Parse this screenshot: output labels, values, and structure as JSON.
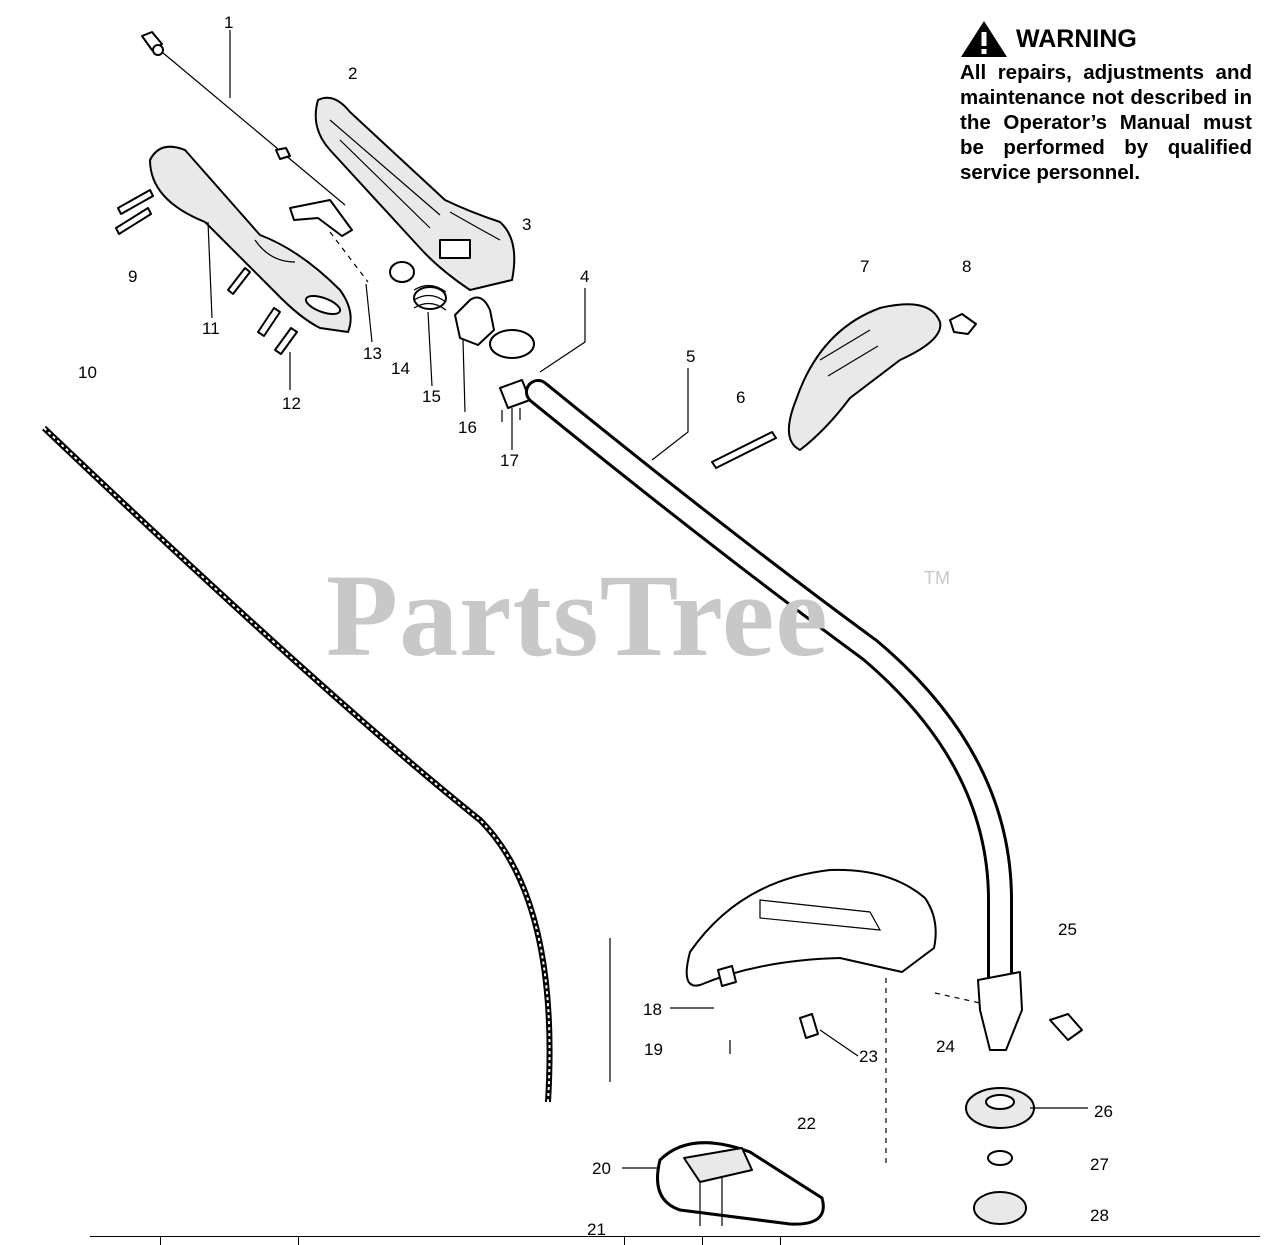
{
  "warning": {
    "heading": "WARNING",
    "icon": "warning-triangle-icon",
    "text": "All repairs, adjustments and maintenance not described in the Operator’s Manual must be performed by qualified service personnel."
  },
  "watermark": {
    "text": "PartsTree",
    "trademark": "TM"
  },
  "callouts": [
    "1",
    "2",
    "3",
    "4",
    "5",
    "6",
    "7",
    "8",
    "9",
    "10",
    "11",
    "12",
    "13",
    "14",
    "15",
    "16",
    "17",
    "18",
    "19",
    "20",
    "21",
    "22",
    "23",
    "24",
    "25",
    "26",
    "27",
    "28"
  ]
}
